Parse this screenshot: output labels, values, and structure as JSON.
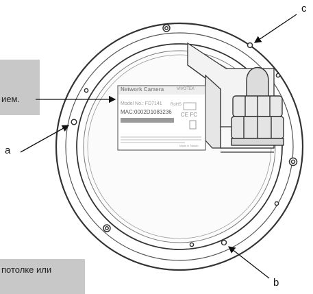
{
  "captions": {
    "top": "ием.",
    "bottom": "потолке или"
  },
  "callouts": {
    "a": "a",
    "b": "b",
    "c": "c"
  },
  "label": {
    "title": "Network Camera",
    "brand": "VIVOTEK",
    "model": "Model No.: FD7141",
    "mac": "MAC:0002D1083236",
    "rohs": "RoHS",
    "cert": "CE FC",
    "country": "Made in Taiwan"
  }
}
